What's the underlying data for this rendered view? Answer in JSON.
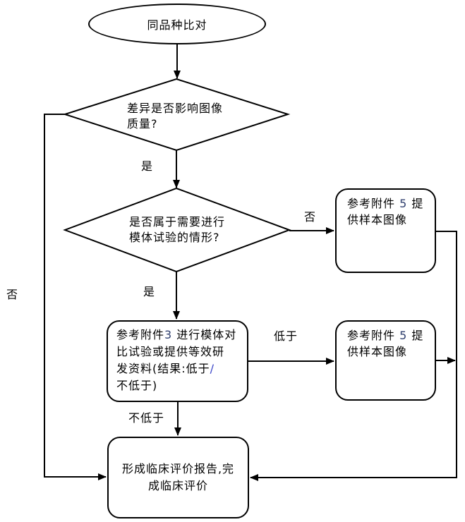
{
  "page": {
    "background": "#FFFFFF"
  },
  "colors": {
    "line": "#000000",
    "text": "#000000",
    "attachment_number": "#2F3F6E",
    "slash": "#3A45C8"
  },
  "nodes": {
    "start": {
      "label": "同品种比对"
    },
    "decision_image_quality": {
      "line1": "差异是否影响图像",
      "line2": "质量?"
    },
    "decision_phantom_needed": {
      "line1": "是否属于需要进行",
      "line2": "模体试验的情形?"
    },
    "sample_image_top": {
      "line1_pre": "参考附件 ",
      "line1_num": "5",
      "line1_post": " 提",
      "line2": "供样本图像"
    },
    "phantom_test": {
      "line1_pre": "参考附件",
      "line1_num": "3",
      "line1_post": " 进行模体对",
      "line2": "比试验或提供等效研",
      "line3_pre": "发资料(结果:低于",
      "line3_slash": "/",
      "line4": "不低于)"
    },
    "sample_image_mid": {
      "line1_pre": "参考附件 ",
      "line1_num": "5",
      "line1_post": " 提",
      "line2": "供样本图像"
    },
    "final_report": {
      "line1": "形成临床评价报告,完",
      "line2": "成临床评价"
    }
  },
  "edge_labels": {
    "yes1": "是",
    "yes2": "是",
    "no_right": "否",
    "no_left": "否",
    "lower": "低于",
    "not_lower": "不低于"
  }
}
